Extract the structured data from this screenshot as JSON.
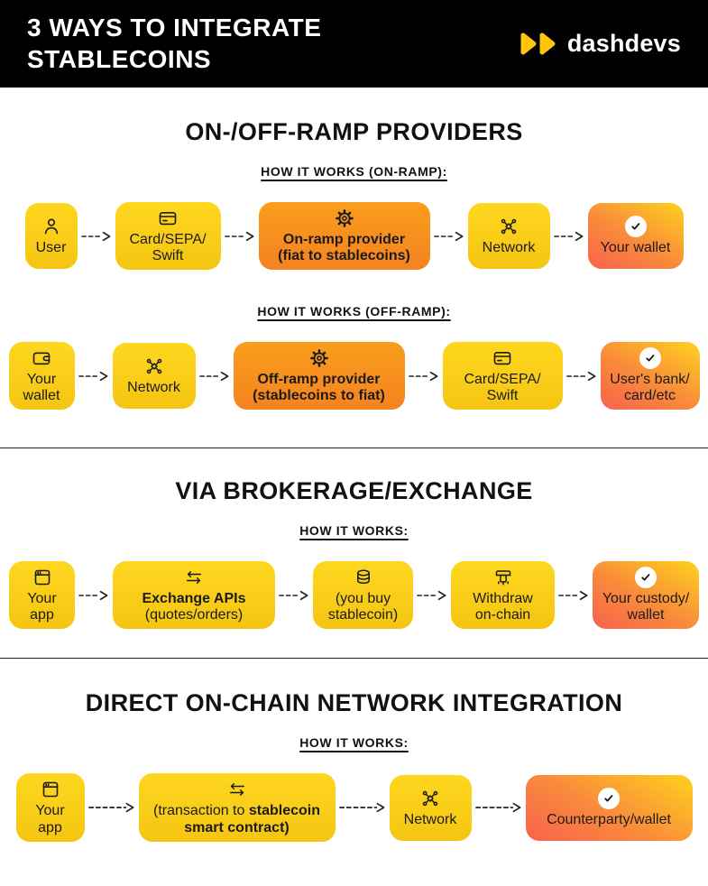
{
  "header": {
    "title_line1": "3 WAYS TO INTEGRATE",
    "title_line2": "STABLECOINS",
    "brand": "dashdevs",
    "brand_logo_icon": "double-play-icon"
  },
  "colors": {
    "header_bg": "#000000",
    "box_yellow": "#FBD11B",
    "box_orange": "#F78C1F",
    "wallet_gradient_top": "#FFD21E",
    "wallet_gradient_bottom": "#F7624D",
    "brand_yellow": "#FFC60B",
    "text": "#1B1B1B"
  },
  "sections": [
    {
      "title": "ON-/OFF-RAMP PROVIDERS",
      "flows": [
        {
          "subtitle": "HOW IT WORKS (ON-RAMP):",
          "boxes": [
            {
              "icon": "user-icon",
              "label1": "User"
            },
            {
              "icon": "card-icon",
              "label1": "Card/SEPA/",
              "label2": "Swift"
            },
            {
              "icon": "gear-icon",
              "label1": "On-ramp provider",
              "label2": "(fiat to stablecoins)"
            },
            {
              "icon": "network-icon",
              "label1": "Network"
            },
            {
              "icon": "check-icon",
              "label1": "Your wallet"
            }
          ]
        },
        {
          "subtitle": "HOW IT WORKS (OFF-RAMP):",
          "boxes": [
            {
              "icon": "wallet-icon",
              "label1": "Your",
              "label2": "wallet"
            },
            {
              "icon": "network-icon",
              "label1": "Network"
            },
            {
              "icon": "gear-icon",
              "label1": "Off-ramp provider",
              "label2": "(stablecoins to fiat)"
            },
            {
              "icon": "card-icon",
              "label1": "Card/SEPA/",
              "label2": "Swift"
            },
            {
              "icon": "check-icon",
              "label1": "User's bank/",
              "label2": "card/etc"
            }
          ]
        }
      ]
    },
    {
      "title": "VIA BROKERAGE/EXCHANGE",
      "flows": [
        {
          "subtitle": "HOW IT WORKS:",
          "boxes": [
            {
              "icon": "app-icon",
              "label1": "Your",
              "label2": "app"
            },
            {
              "icon": "exchange-icon",
              "label1": "Exchange APIs",
              "label2": "(quotes/orders)"
            },
            {
              "icon": "coins-icon",
              "label1": "(you buy",
              "label2": "stablecoin)"
            },
            {
              "icon": "withdraw-icon",
              "label1": "Withdraw",
              "label2": "on-chain"
            },
            {
              "icon": "check-icon",
              "label1": "Your custody/",
              "label2": "wallet"
            }
          ]
        }
      ]
    },
    {
      "title": "DIRECT ON-CHAIN NETWORK INTEGRATION",
      "flows": [
        {
          "subtitle": "HOW IT WORKS:",
          "boxes": [
            {
              "icon": "app-icon",
              "label1": "Your",
              "label2": "app"
            },
            {
              "icon": "exchange-icon",
              "part1": "(transaction to ",
              "part2": "stablecoin",
              "part3": "smart contract)"
            },
            {
              "icon": "network-icon",
              "label1": "Network"
            },
            {
              "icon": "check-icon",
              "label1": "Counterparty/wallet"
            }
          ]
        }
      ]
    }
  ]
}
